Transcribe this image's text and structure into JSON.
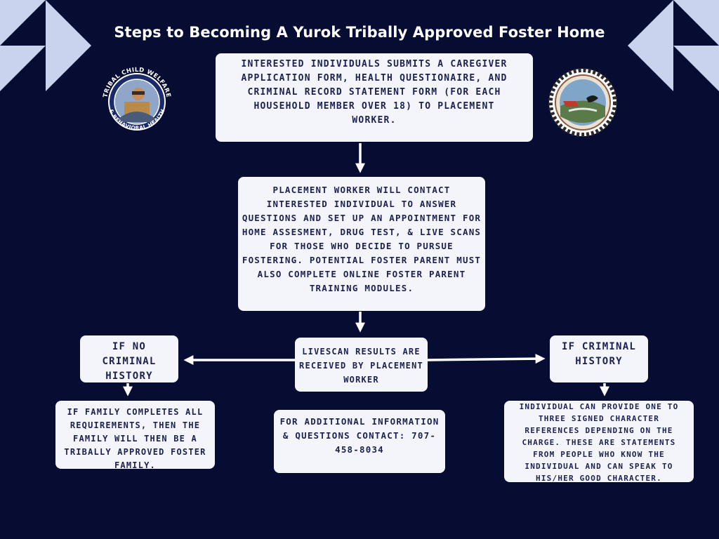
{
  "title": "Steps to Becoming A Yurok Tribally Approved Foster Home",
  "colors": {
    "background": "#070c33",
    "box": "#f3f5fa",
    "box_text": "#1d2150",
    "accent_light": "#c9d3ee",
    "arrow": "#ffffff"
  },
  "logos": {
    "left": {
      "icon": "tribal-child-welfare-seal",
      "text": "TRIBAL CHILD WELFARE & BEHAVIORAL HEALTH"
    },
    "right": {
      "icon": "yurok-tribe-seal"
    }
  },
  "steps": {
    "apply": "Interested individuals submits a caregiver application form, health questionaire, and criminal record statement form (for each household member over 18) to placement worker.",
    "contact": "Placement worker will contact interested individual to answer questions and set up an appointment for home assesment, drug test, & live scans for those who decide to pursue fostering. Potential foster parent must also complete online foster parent training modules.",
    "livescan": "Livescan results are received by placement worker",
    "no_criminal": "If no criminal history",
    "criminal": "If criminal history",
    "no_criminal_result": "If family completes all requirements, then the family will then be a tribally approved foster family.",
    "criminal_result": "Individual can provide one to three signed character references depending on the charge. These are statements from people who know the individual and can speak to his/her good character.",
    "info": "For additional information & questions contact: 707-458-8034"
  }
}
